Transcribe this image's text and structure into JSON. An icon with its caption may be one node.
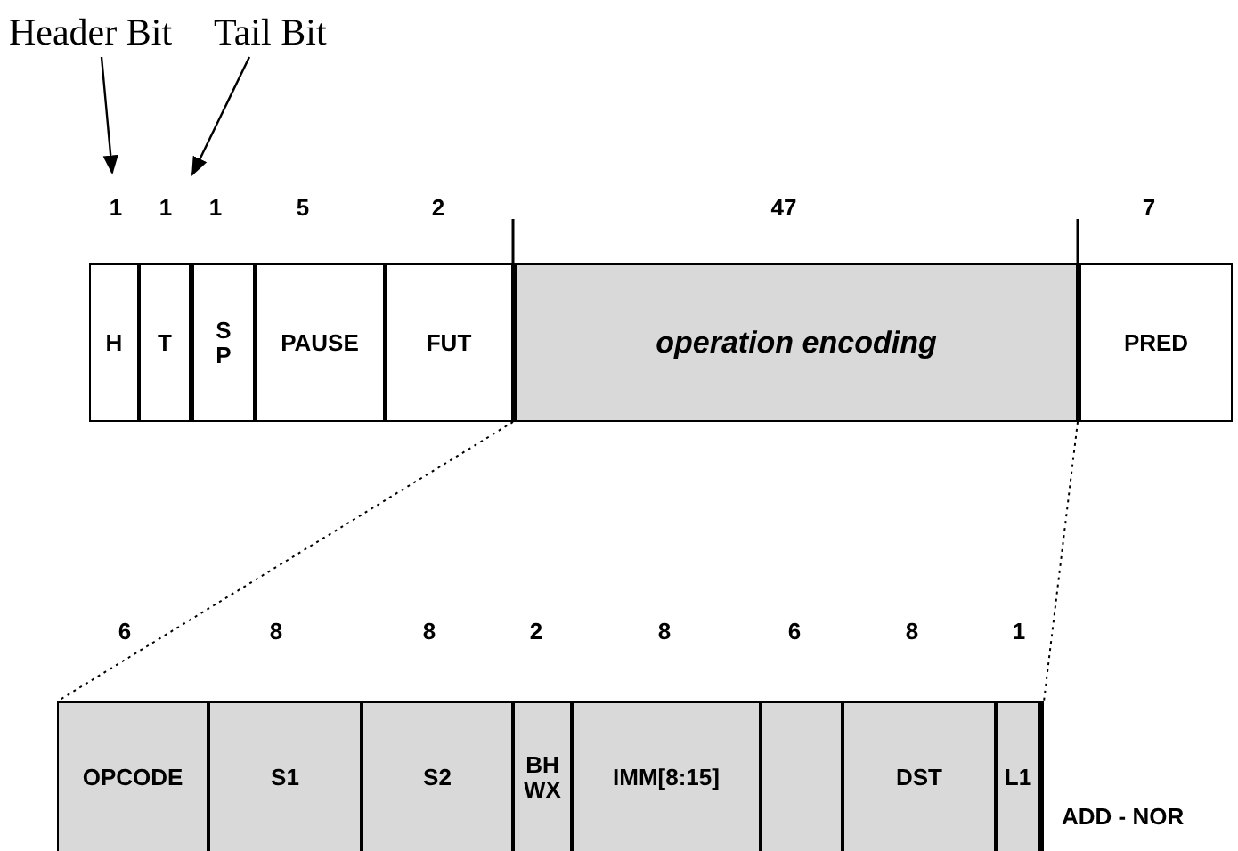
{
  "diagram": {
    "nodes": [
      {
        "text": [
          "Header Bit"
        ]
      },
      {
        "text": [
          "Tail Bit"
        ]
      },
      {
        "text": [
          "H"
        ],
        "beside": [
          "1"
        ]
      },
      {
        "text": [
          "T"
        ],
        "beside": [
          "1"
        ]
      },
      {
        "text": [
          "S P"
        ],
        "beside": [
          "1"
        ]
      },
      {
        "text": [
          "PAUSE"
        ],
        "beside": [
          "5"
        ]
      },
      {
        "text": [
          "FUT"
        ],
        "beside": [
          "2"
        ]
      },
      {
        "text": [
          "operation encoding"
        ],
        "beside": [
          "47"
        ]
      },
      {
        "text": [
          "PRED"
        ],
        "beside": [
          "7"
        ]
      },
      {
        "text": [
          "OPCODE"
        ],
        "beside": [
          "6"
        ]
      },
      {
        "text": [
          "S1"
        ],
        "beside": [
          "8"
        ]
      },
      {
        "text": [
          "S2"
        ],
        "beside": [
          "8"
        ]
      },
      {
        "text": [
          "BH WX"
        ],
        "beside": [
          "2"
        ]
      },
      {
        "text": [
          "IMM[8:15]"
        ],
        "beside": [
          "8"
        ]
      },
      {
        "text": [],
        "shape": "box",
        "beside": [
          "6"
        ]
      },
      {
        "text": [
          "DST"
        ],
        "beside": [
          "8"
        ]
      },
      {
        "text": [
          "L1"
        ],
        "beside": [
          "1"
        ]
      }
    ],
    "edges": [
      {
        "from": 0,
        "to": 2,
        "arrow": "to"
      },
      {
        "from": 1,
        "to": 3,
        "arrow": "to"
      },
      {
        "from": 7,
        "to": 9,
        "arrow": "none",
        "style": "dashed"
      },
      {
        "from": 7,
        "to": 16,
        "arrow": "none",
        "style": "dashed"
      }
    ],
    "labels": [
      "ADD - NOR"
    ]
  }
}
